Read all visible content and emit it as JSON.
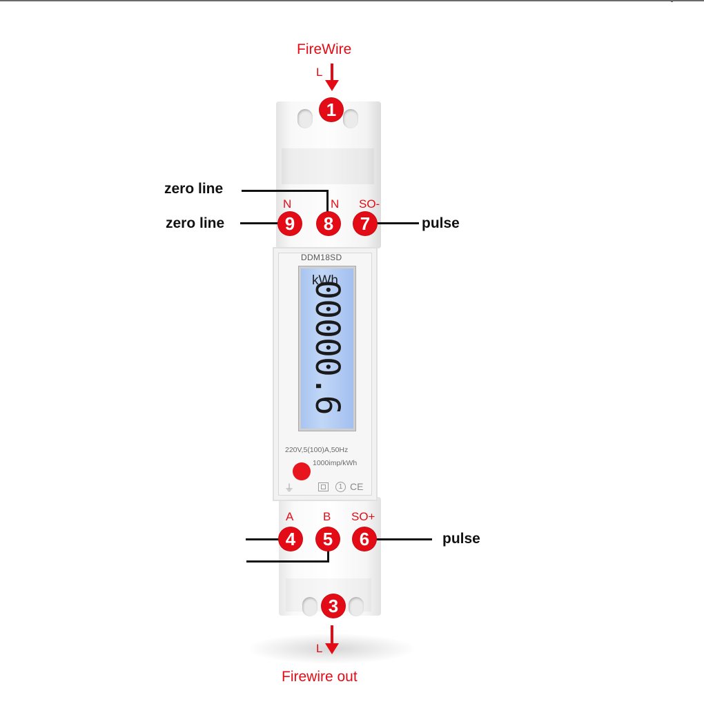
{
  "header": {
    "title": "FireWire"
  },
  "footer": {
    "title": "Firewire out"
  },
  "line_letter": "L",
  "meter": {
    "model": "DDM18SD",
    "lcd_unit": "kWh",
    "lcd_reading": "00000.6",
    "rating": "220V,5(100)A,50Hz",
    "pulse_constant": "1000imp/kWh",
    "cert_mark": "CE",
    "class_mark": "1"
  },
  "terminals": {
    "t1": "1",
    "t3": "3",
    "t4": "4",
    "t5": "5",
    "t6": "6",
    "t7": "7",
    "t8": "8",
    "t9": "9"
  },
  "terminal_labels": {
    "t9": "N",
    "t8": "N",
    "t7": "SO-",
    "t4": "A",
    "t5": "B",
    "t6": "SO+"
  },
  "annotations": {
    "zero_line_upper": "zero line",
    "zero_line_lower": "zero line",
    "pulse_upper": "pulse",
    "pulse_lower": "pulse"
  },
  "colors": {
    "accent_red": "#e30c16",
    "lcd_blue": "#b3cdf5",
    "wire": "#111111"
  }
}
